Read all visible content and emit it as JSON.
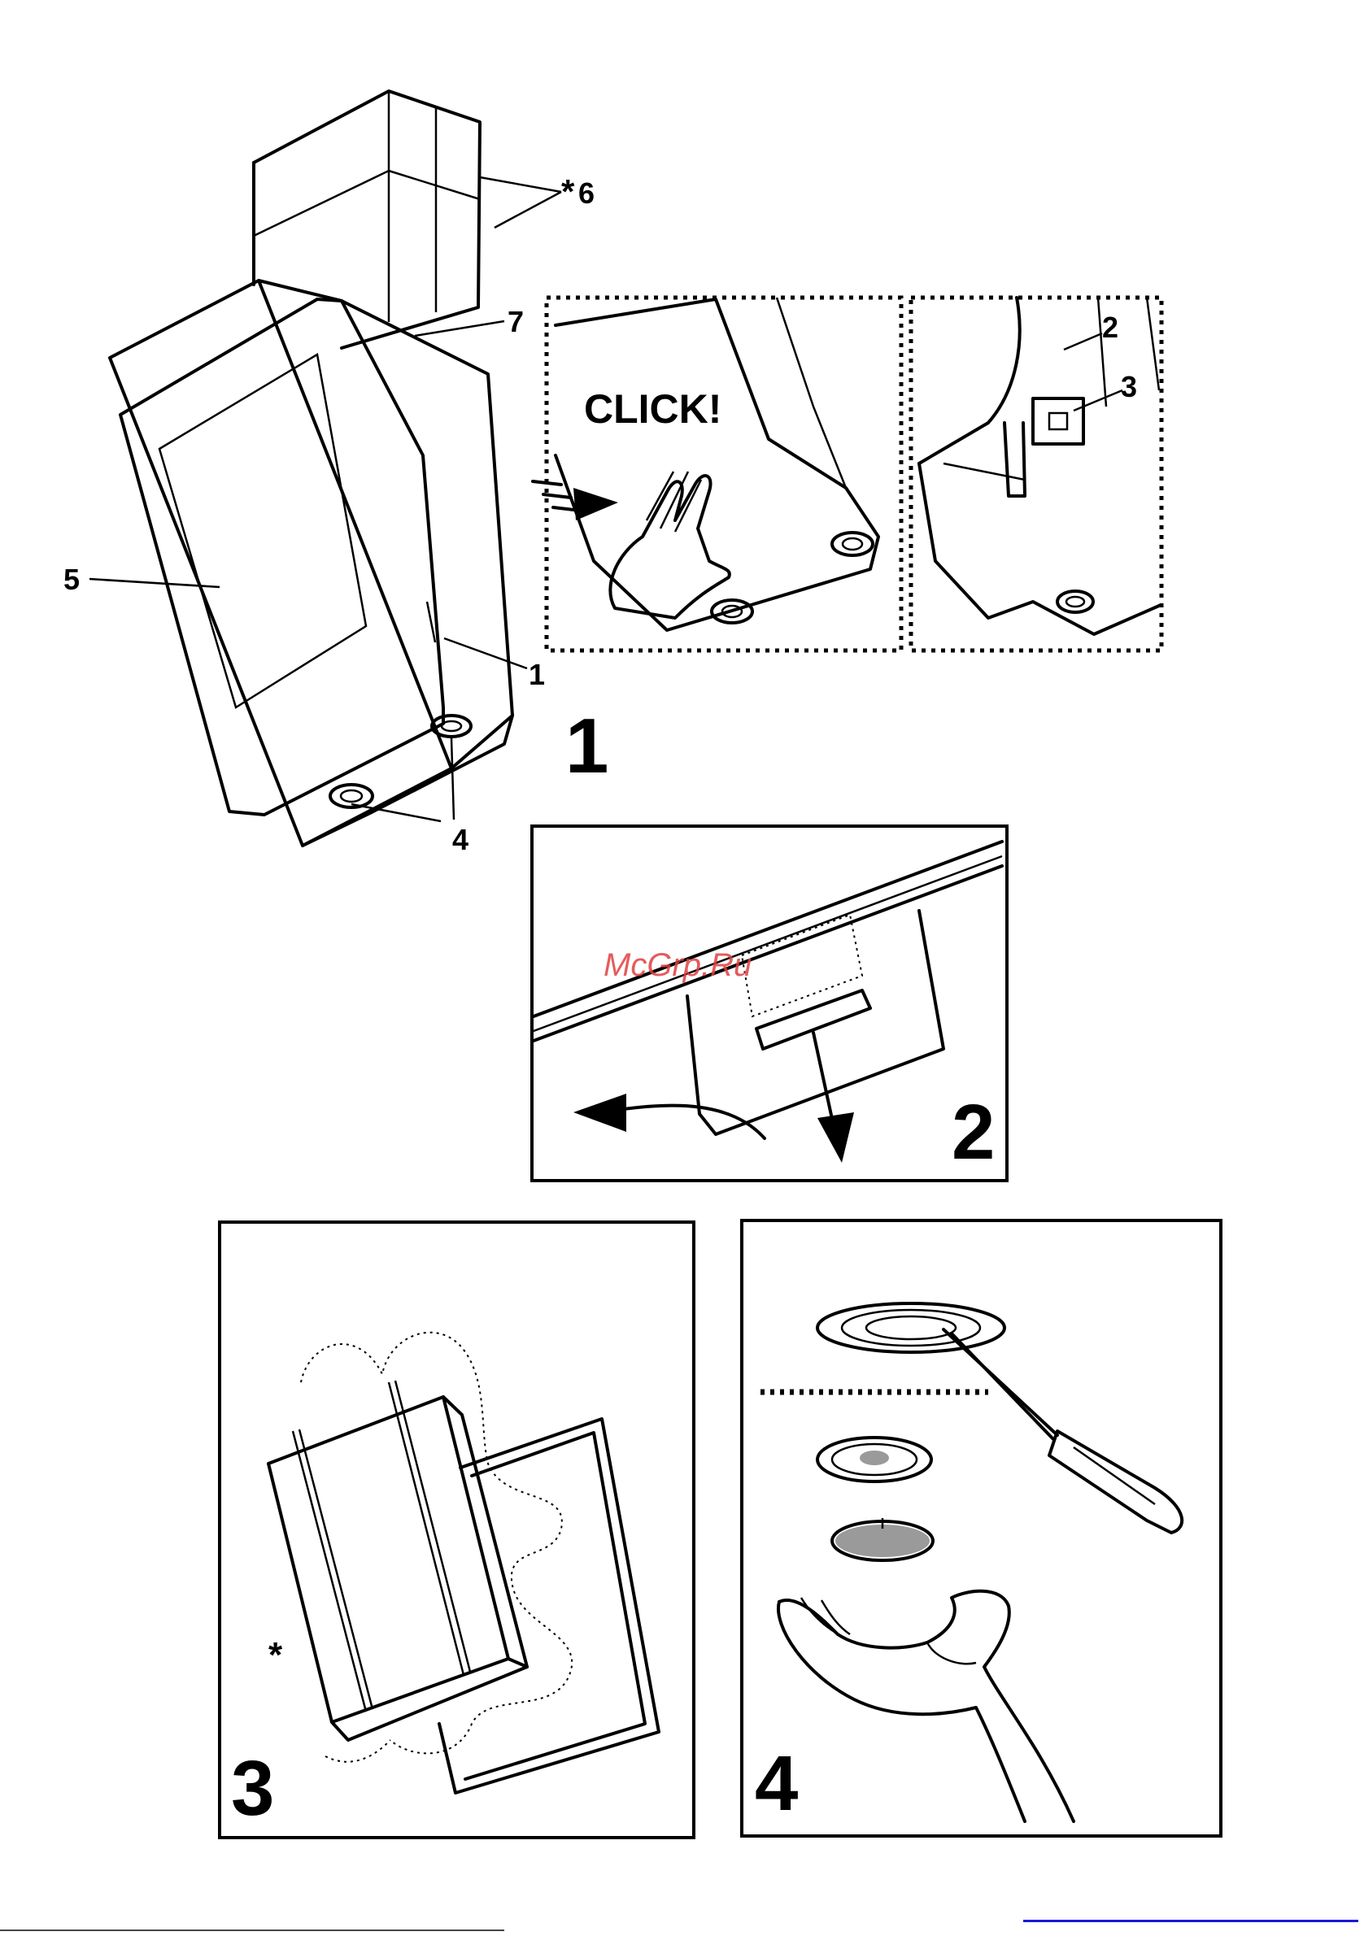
{
  "watermark": "McGrp.Ru",
  "callouts": {
    "c1": "1",
    "c2": "2",
    "c3": "3",
    "c4": "4",
    "c5": "5",
    "c6": "6",
    "c7": "7",
    "star_top": "*",
    "star_fig3": "*"
  },
  "click_label": "CLICK!",
  "figures": {
    "fig1": "1",
    "fig2": "2",
    "fig3": "3",
    "fig4": "4"
  },
  "colors": {
    "ink": "#000000",
    "watermark": "#e04040",
    "filter_grey": "#9a9a9a",
    "link_underline": "#1a1ad8"
  },
  "icons": {
    "hand_press": "hand-icon",
    "screwdriver": "screwdriver-icon",
    "open_hand": "open-hand-icon"
  }
}
